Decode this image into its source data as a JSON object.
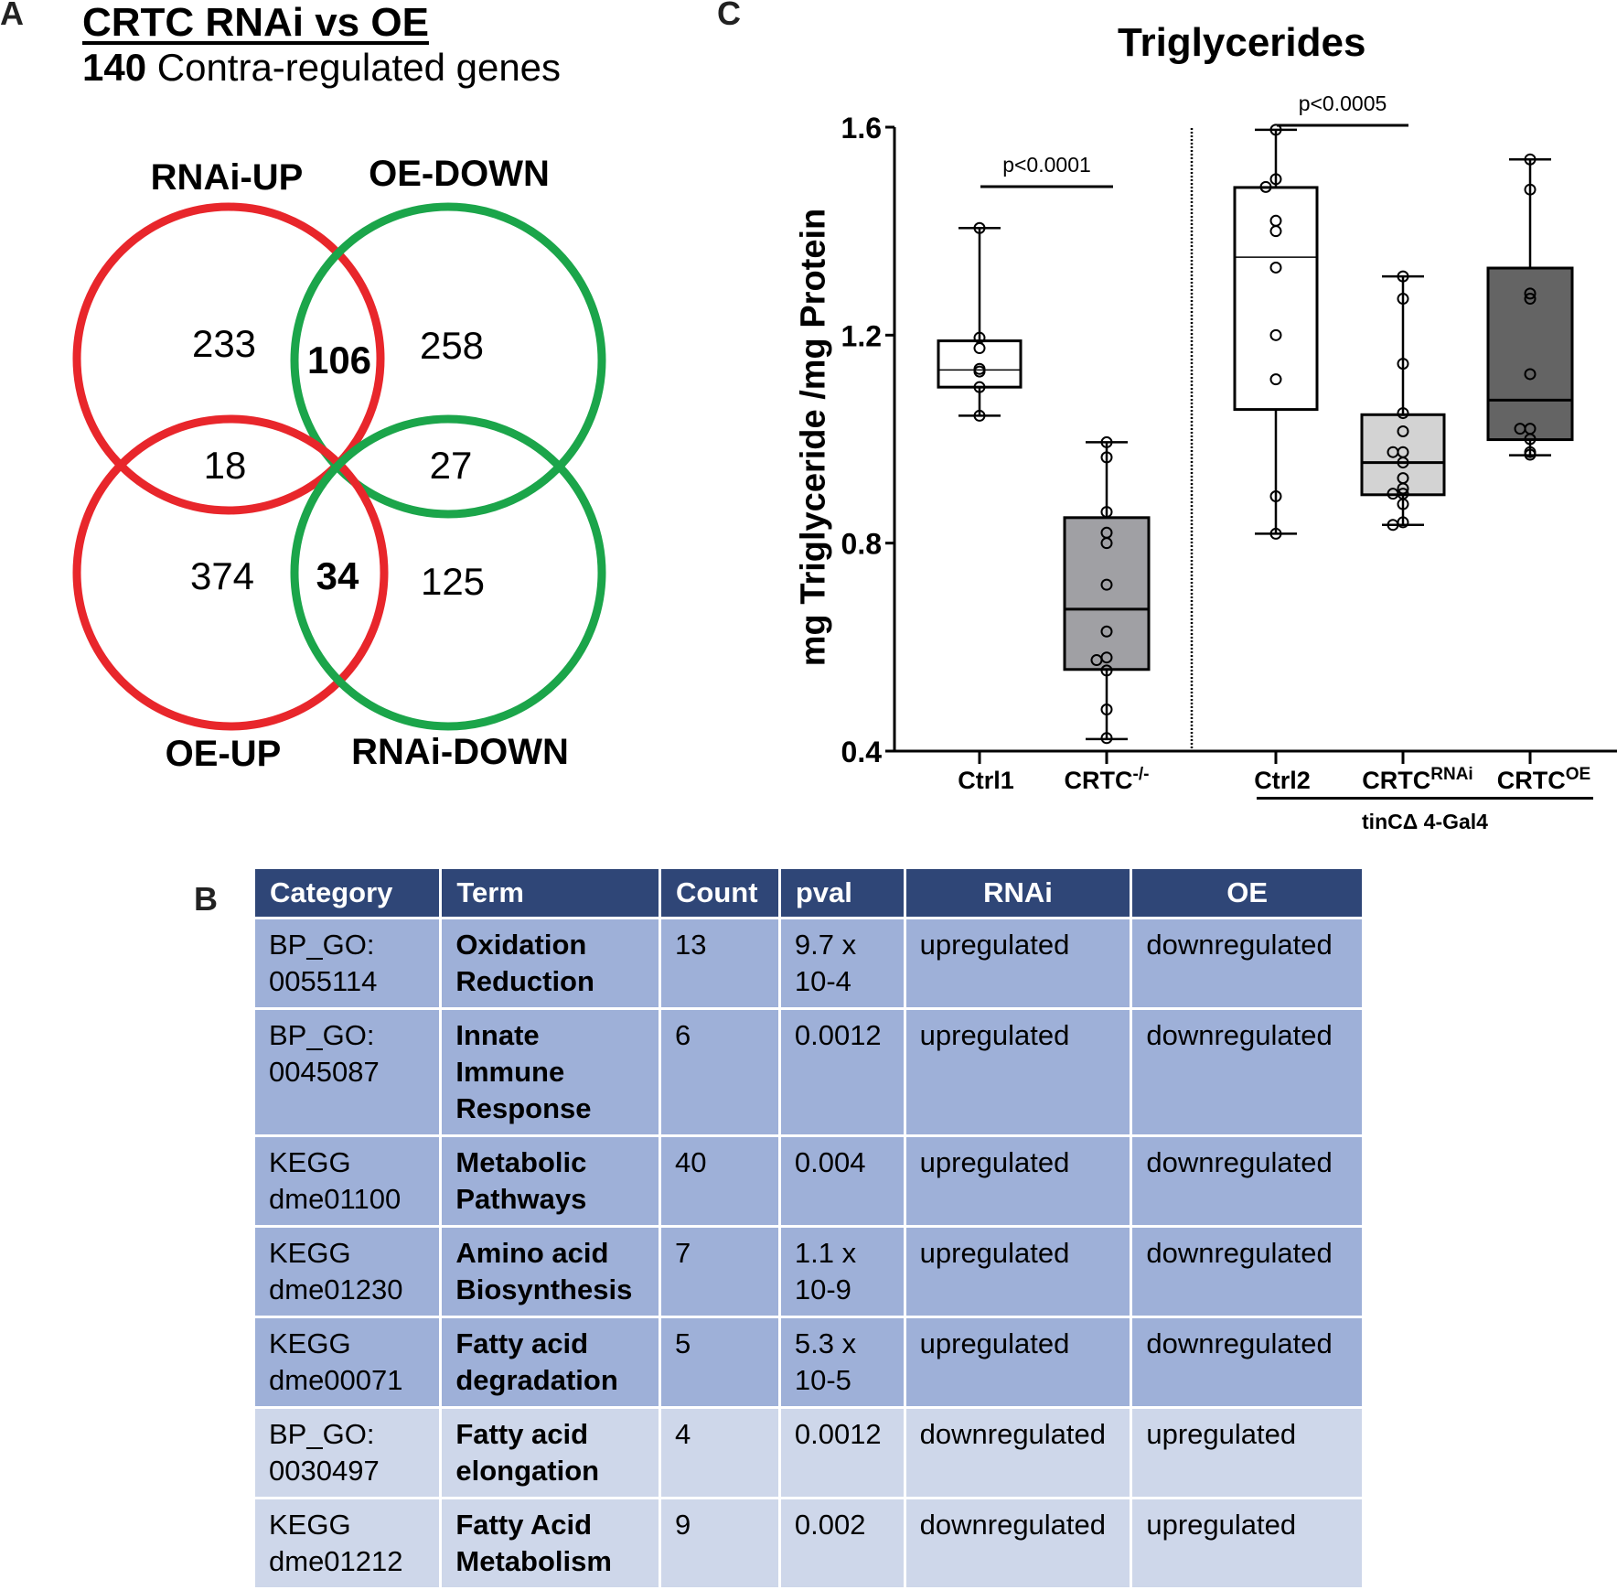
{
  "panels": {
    "a": "A",
    "b": "B",
    "c": "C"
  },
  "venn": {
    "title": "CRTC RNAi vs OE",
    "subtitle_count": "140",
    "subtitle_text": "Contra-regulated genes",
    "set_labels": {
      "rnai_up": "RNAi-UP",
      "oe_down": "OE-DOWN",
      "oe_up": "OE-UP",
      "rnai_down": "RNAi-DOWN"
    },
    "colors": {
      "up": "#E8262B",
      "down": "#1BA54A"
    },
    "regions": {
      "rnai_up_only": "233",
      "rnai_up_oe_down": "106",
      "oe_down_only": "258",
      "rnai_up_oe_up": "18",
      "oe_down_rnai_down": "27",
      "oe_up_only": "374",
      "oe_up_rnai_down": "34",
      "rnai_down_only": "125"
    }
  },
  "table": {
    "headers": [
      "Category",
      "Term",
      "Count",
      "pval",
      "RNAi",
      "OE"
    ],
    "colors": {
      "header": "#2F4677",
      "row_dark": "#9EB0D8",
      "row_light": "#CED7EA"
    },
    "rows": [
      {
        "category": [
          "BP_GO:",
          "0055114"
        ],
        "term": [
          "Oxidation",
          "Reduction"
        ],
        "count": "13",
        "pval": [
          "9.7 x",
          "10-4"
        ],
        "rnai": "upregulated",
        "oe": "downregulated"
      },
      {
        "category": [
          "BP_GO:",
          "0045087"
        ],
        "term": [
          "Innate",
          "Immune",
          "Response"
        ],
        "count": "6",
        "pval": [
          "0.0012"
        ],
        "rnai": "upregulated",
        "oe": "downregulated"
      },
      {
        "category": [
          "KEGG",
          "dme01100"
        ],
        "term": [
          "Metabolic",
          "Pathways"
        ],
        "count": "40",
        "pval": [
          "0.004"
        ],
        "rnai": "upregulated",
        "oe": "downregulated"
      },
      {
        "category": [
          "KEGG",
          "dme01230"
        ],
        "term": [
          "Amino acid",
          "Biosynthesis"
        ],
        "count": "7",
        "pval": [
          "1.1 x",
          "10-9"
        ],
        "rnai": "upregulated",
        "oe": "downregulated"
      },
      {
        "category": [
          "KEGG",
          "dme00071"
        ],
        "term": [
          "Fatty acid",
          "degradation"
        ],
        "count": "5",
        "pval": [
          "5.3 x",
          "10-5"
        ],
        "rnai": "upregulated",
        "oe": "downregulated"
      },
      {
        "category": [
          "BP_GO:",
          "0030497"
        ],
        "term": [
          "Fatty acid",
          "elongation"
        ],
        "count": "4",
        "pval": [
          "0.0012"
        ],
        "rnai": "downregulated",
        "oe": "upregulated"
      },
      {
        "category": [
          "KEGG",
          "dme01212"
        ],
        "term": [
          "Fatty Acid",
          "Metabolism"
        ],
        "count": "9",
        "pval": [
          "0.002"
        ],
        "rnai": "downregulated",
        "oe": "upregulated"
      }
    ]
  },
  "chart_data": {
    "type": "box",
    "title": "Triglycerides",
    "ylabel": "mg Triglyceride /mg Protein",
    "xlabel": "",
    "ylim": [
      0.4,
      1.6
    ],
    "yticks": [
      "0.4",
      "0.8",
      "1.2",
      "1.6"
    ],
    "categories": [
      "Ctrl1",
      "CRTC-/-",
      "Ctrl2",
      "CRTC RNAi",
      "CRTC OE"
    ],
    "category_labels": [
      {
        "base": "Ctrl1",
        "sup": ""
      },
      {
        "base": "CRTC",
        "sup": "-/-"
      },
      {
        "base": "Ctrl2",
        "sup": ""
      },
      {
        "base": "CRTC",
        "sup": "RNAi"
      },
      {
        "base": "CRTC",
        "sup": "OE"
      }
    ],
    "group_label": "tinCΔ 4-Gal4",
    "series": [
      {
        "name": "Ctrl1",
        "fill": "#FFFFFF",
        "min": 1.045,
        "q1": 1.1,
        "median": 1.133,
        "q3": 1.189,
        "max": 1.406,
        "points": [
          1.406,
          1.195,
          1.175,
          1.135,
          1.13,
          1.1,
          1.045
        ]
      },
      {
        "name": "CRTC-/-",
        "fill": "#A0A0A4",
        "min": 0.423,
        "q1": 0.557,
        "median": 0.673,
        "q3": 0.849,
        "max": 0.994,
        "points": [
          0.994,
          0.965,
          0.86,
          0.82,
          0.8,
          0.72,
          0.63,
          0.58,
          0.575,
          0.555,
          0.48,
          0.425
        ]
      },
      {
        "name": "Ctrl2",
        "fill": "#FFFFFF",
        "min": 0.818,
        "q1": 1.057,
        "median": 1.35,
        "q3": 1.484,
        "max": 1.595,
        "points": [
          1.595,
          1.5,
          1.485,
          1.42,
          1.4,
          1.33,
          1.2,
          1.115,
          0.89,
          0.818
        ]
      },
      {
        "name": "CRTC RNAi",
        "fill": "#D3D3D3",
        "min": 0.835,
        "q1": 0.893,
        "median": 0.955,
        "q3": 1.047,
        "max": 1.313,
        "points": [
          1.313,
          1.27,
          1.145,
          1.05,
          1.015,
          0.975,
          0.975,
          0.955,
          0.925,
          0.905,
          0.895,
          0.895,
          0.875,
          0.84,
          0.835
        ]
      },
      {
        "name": "CRTC OE",
        "fill": "#646464",
        "min": 0.969,
        "q1": 0.999,
        "median": 1.075,
        "q3": 1.329,
        "max": 1.538,
        "points": [
          1.538,
          1.48,
          1.28,
          1.27,
          1.125,
          1.02,
          1.02,
          1.0,
          0.975,
          0.97
        ]
      }
    ],
    "significance": [
      {
        "between": [
          "Ctrl1",
          "CRTC-/-"
        ],
        "label": "p<0.0001"
      },
      {
        "between": [
          "Ctrl2",
          "CRTC RNAi"
        ],
        "label": "p<0.0005"
      }
    ],
    "grid": false,
    "legend": "none"
  }
}
